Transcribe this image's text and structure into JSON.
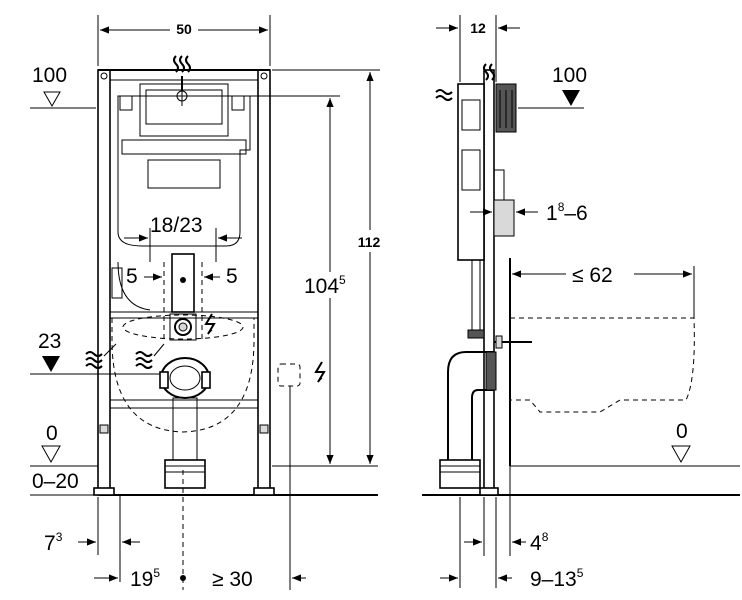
{
  "front_view": {
    "width_dim": "50",
    "height_total_dim": "112",
    "height_inner_dim_main": "104",
    "height_inner_dim_sup": "5",
    "flush_spacing_dim": "18/23",
    "offset_left_dim": "5",
    "offset_right_dim": "5",
    "level_top": "100",
    "level_mid": "23",
    "level_floor": "0",
    "floor_range": "0–20",
    "bottom_left_main": "7",
    "bottom_left_sup": "3",
    "bottom_mid_main": "19",
    "bottom_mid_sup": "5",
    "bottom_right": "≥ 30"
  },
  "side_view": {
    "depth_top_dim": "12",
    "level_top": "100",
    "thickness_main": "1",
    "thickness_sup": "8",
    "thickness_tail": "–6",
    "bowl_length_dim": "≤ 62",
    "level_floor": "0",
    "bottom_small_main": "4",
    "bottom_small_sup": "8",
    "bottom_range_main": "9–13",
    "bottom_range_sup": "5"
  },
  "icons": [
    "water-supply-icon",
    "electrical-supply-icon",
    "drain-pipe-icon",
    "level-marker-icon"
  ]
}
